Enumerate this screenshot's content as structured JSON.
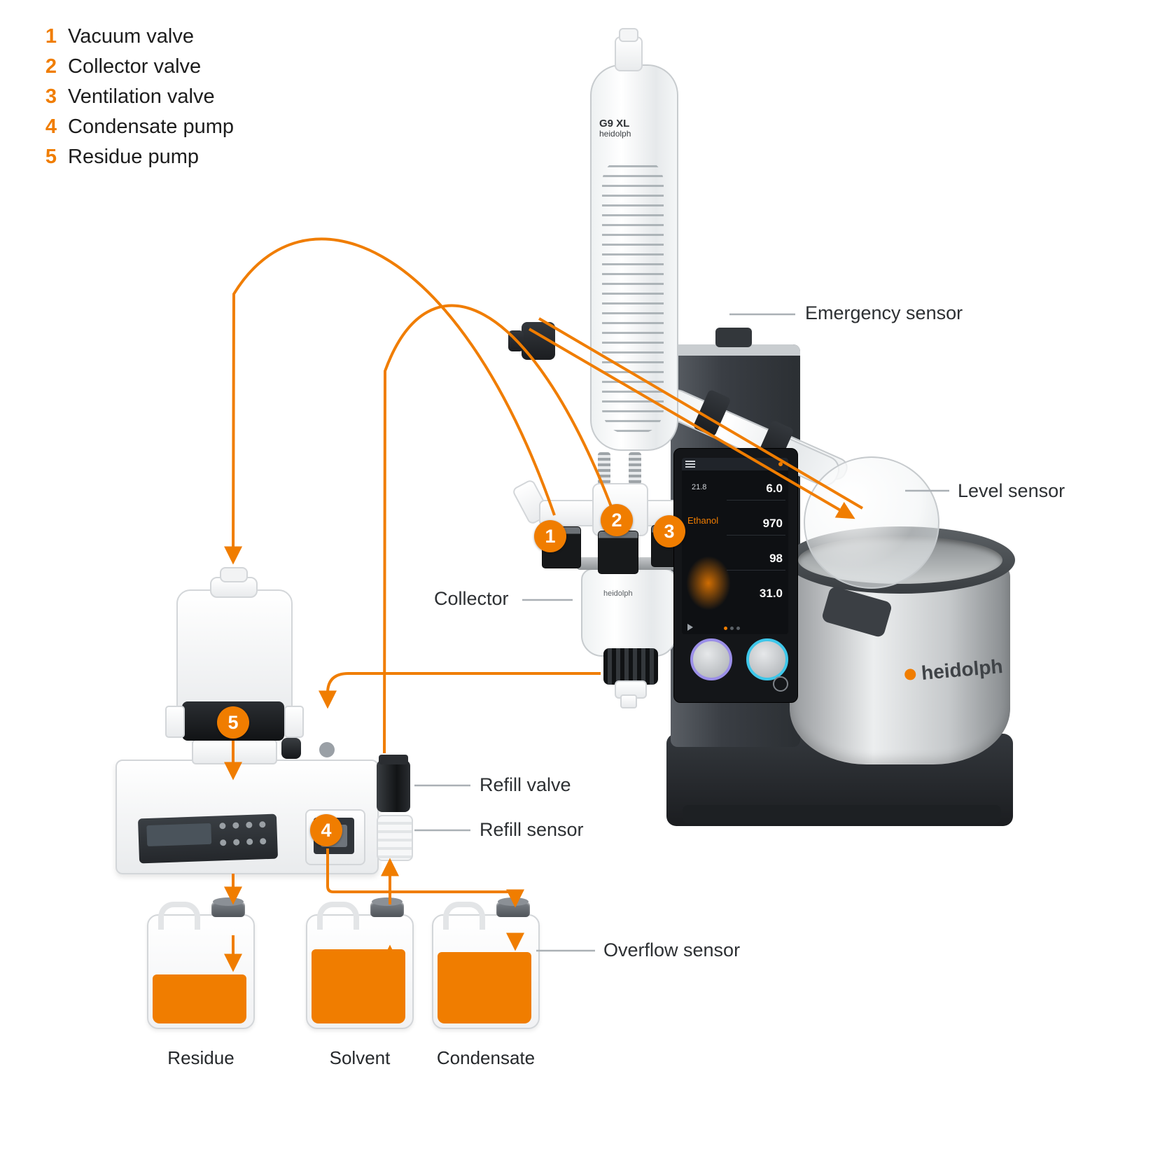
{
  "colors": {
    "accent": "#F07D00",
    "callout_line": "#aab0b5",
    "text": "#1d1d1d"
  },
  "legend": {
    "items": [
      {
        "num": "1",
        "label": "Vacuum valve"
      },
      {
        "num": "2",
        "label": "Collector valve"
      },
      {
        "num": "3",
        "label": "Ventilation valve"
      },
      {
        "num": "4",
        "label": "Condensate pump"
      },
      {
        "num": "5",
        "label": "Residue pump"
      }
    ]
  },
  "callouts": {
    "emergency_sensor": "Emergency sensor",
    "level_sensor": "Level sensor",
    "collector": "Collector",
    "refill_valve": "Refill valve",
    "refill_sensor": "Refill sensor",
    "overflow_sensor": "Overflow sensor"
  },
  "device": {
    "condenser_model": "G9 XL",
    "condenser_brand": "heidolph",
    "bath_brand": "heidolph",
    "collector_brand": "heidolph",
    "display": {
      "solvent": "Ethanol",
      "aux_value": "21.8",
      "values": [
        {
          "value": "6.0"
        },
        {
          "value": "970"
        },
        {
          "value": "98"
        },
        {
          "value": "31.0"
        }
      ]
    }
  },
  "canisters": [
    {
      "label": "Residue"
    },
    {
      "label": "Solvent"
    },
    {
      "label": "Condensate"
    }
  ]
}
